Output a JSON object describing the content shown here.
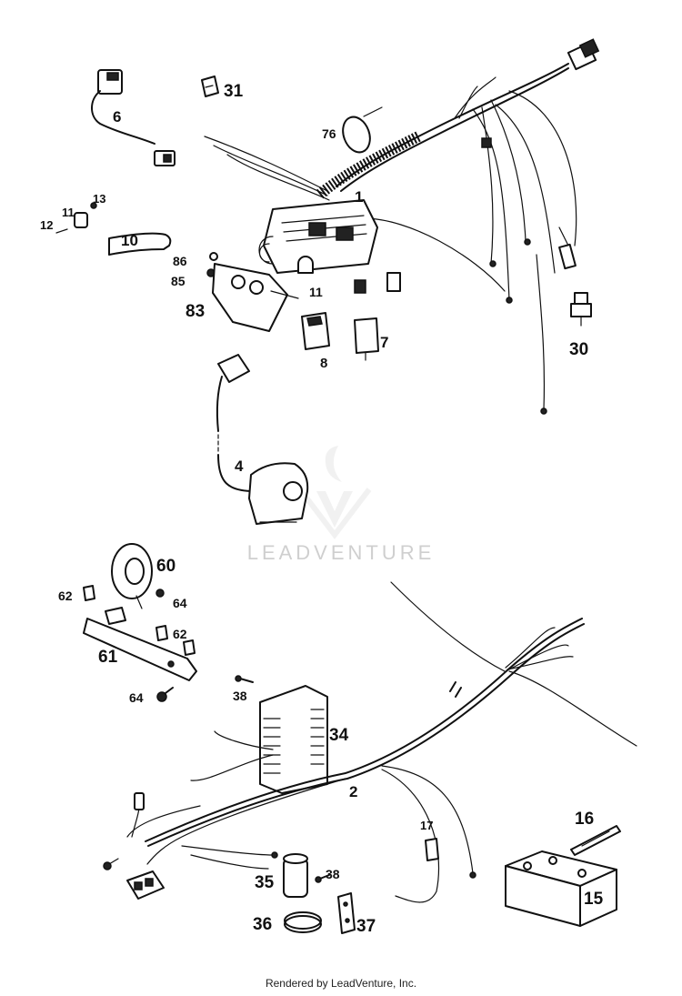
{
  "watermark": {
    "text": "LEADVENTURE"
  },
  "footer": {
    "text": "Rendered by LeadVenture, Inc."
  },
  "callouts": {
    "c1": "1",
    "c2": "2",
    "c4": "4",
    "c6": "6",
    "c7": "7",
    "c8": "8",
    "c10": "10",
    "c11a": "11",
    "c11b": "11",
    "c12": "12",
    "c13": "13",
    "c15": "15",
    "c16": "16",
    "c17": "17",
    "c30": "30",
    "c31": "31",
    "c34": "34",
    "c35": "35",
    "c36": "36",
    "c37": "37",
    "c38a": "38",
    "c38b": "38",
    "c60": "60",
    "c61": "61",
    "c62a": "62",
    "c62b": "62",
    "c64a": "64",
    "c64b": "64",
    "c76": "76",
    "c83": "83",
    "c85": "85",
    "c86": "86"
  }
}
